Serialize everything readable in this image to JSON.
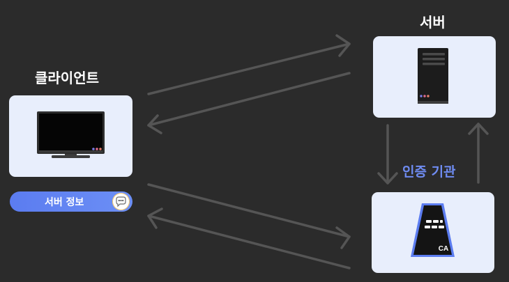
{
  "labels": {
    "client": "클라이언트",
    "server": "서버",
    "authority": "인증 기관"
  },
  "badge": {
    "text": "서버 정보"
  },
  "ca_emblem": {
    "text": "CA"
  },
  "colors": {
    "background": "#2b2b2b",
    "card": "#e8eefc",
    "arrow": "#555555",
    "accent": "#6f8cf2",
    "pill": "#5b7cf0"
  },
  "icons": {
    "client": "monitor-icon",
    "server": "server-tower-icon",
    "authority": "certificate-authority-icon",
    "badge": "speech-bubble-icon"
  }
}
